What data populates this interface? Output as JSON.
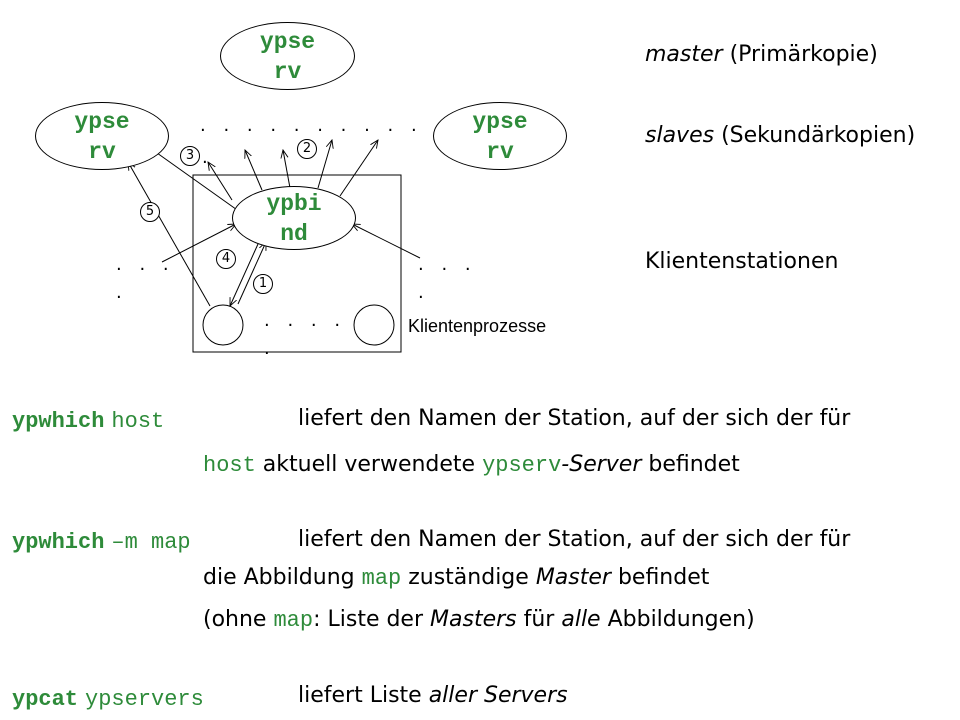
{
  "diagram": {
    "master_node": [
      "ypse",
      "rv"
    ],
    "slave_left": [
      "ypse",
      "rv"
    ],
    "slave_right": [
      "ypse",
      "rv"
    ],
    "ypbind_node": [
      "ypbi",
      "nd"
    ],
    "step_numbers": [
      "1",
      "2",
      "3",
      "4",
      "5"
    ],
    "dots_top": ". . . . . . . . . .",
    "dots_left_1": ". . .",
    "dots_left_2": ".",
    "dots_right_1": ". . .",
    "dots_right_2": ".",
    "dots_bottom_1": ". . . .",
    "dots_bottom_2": ".",
    "dots_step3": ".",
    "client_processes_label": "Klientenprozesse"
  },
  "legend": {
    "master_em": "master",
    "master_rest": " (Primärkopie)",
    "slaves_em": "slaves",
    "slaves_rest": " (Sekundärkopien)",
    "clients": "Klientenstationen"
  },
  "commands": [
    {
      "cmd": "ypwhich",
      "arg": "host",
      "desc": "liefert den Namen der Station, auf der sich der für",
      "desc2_arg": "host",
      "desc2_a": " aktuell verwendete ",
      "desc2_code": "ypserv",
      "desc2_em": "-Server",
      "desc2_b": " befindet"
    },
    {
      "cmd": "ypwhich",
      "arg": "–m map",
      "desc": "liefert den Namen der Station, auf der sich der für",
      "l2a": "die Abbildung ",
      "l2code": "map",
      "l2b": " zuständige ",
      "l2em": "Master",
      "l2c": " befindet",
      "l3a": "(ohne ",
      "l3code": "map",
      "l3b": ":  Liste der ",
      "l3em": "Masters",
      "l3c": " für ",
      "l3em2": "alle",
      "l3d": " Abbildungen)"
    },
    {
      "cmd": "ypcat",
      "arg": "ypservers",
      "desc_a": "liefert Liste ",
      "desc_em": "aller Servers"
    }
  ]
}
